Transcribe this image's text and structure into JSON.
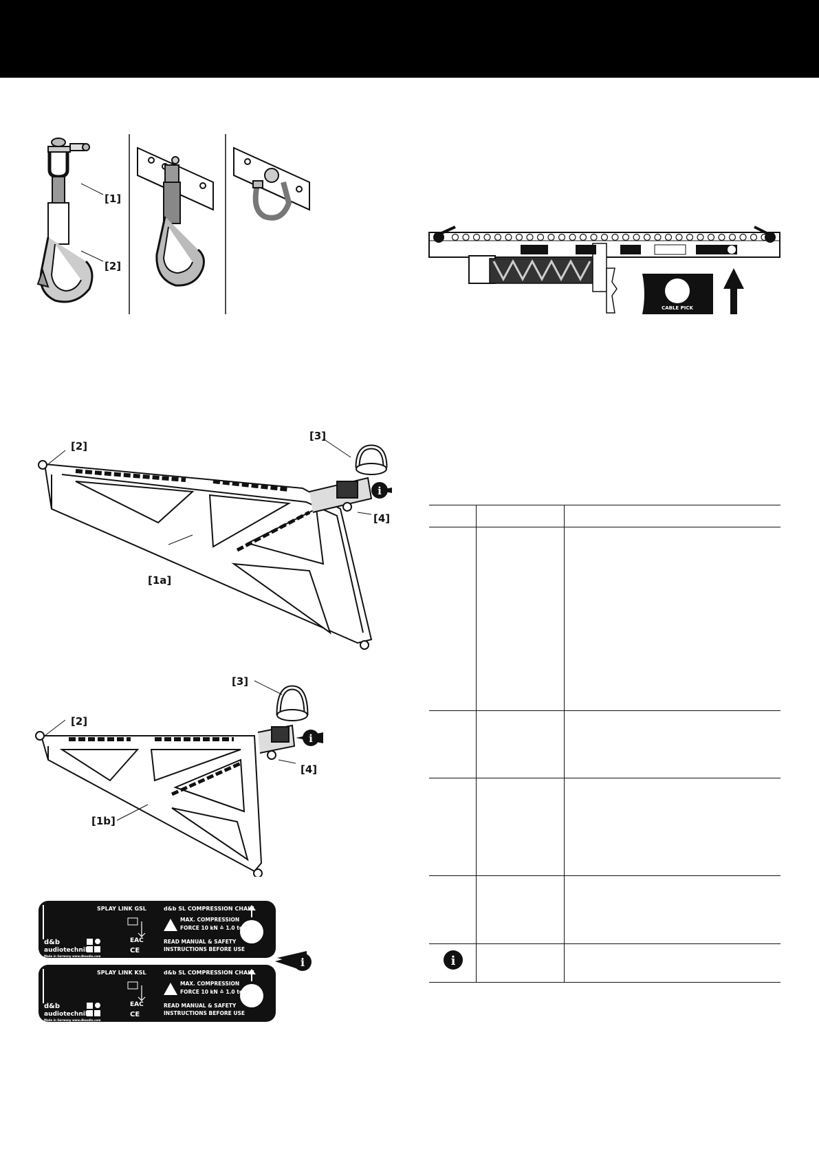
{
  "figure1": {
    "callouts": [
      "[1]",
      "[2]"
    ]
  },
  "figure_rail": {
    "cable_pick_label": "CABLE PICK"
  },
  "figure_frame_a": {
    "callouts": [
      "[2]",
      "[3]",
      "[1a]",
      "[4]"
    ]
  },
  "figure_frame_b": {
    "callouts": [
      "[2]",
      "[3]",
      "[1b]",
      "[4]"
    ]
  },
  "labels": [
    {
      "product": "SPLAY LINK GSL",
      "chain": "d&b SL COMPRESSION CHAIN",
      "warning_line1": "MAX. COMPRESSION",
      "warning_line2": "FORCE 10 kN ≙ 1.0 to",
      "read_line1": "READ MANUAL & SAFETY",
      "read_line2": "INSTRUCTIONS BEFORE USE",
      "brand_line1": "d&b",
      "brand_line2": "audiotechnik",
      "made_in": "Made in Germany  www.dbaudio.com",
      "eac": "EAC",
      "ce": "CE"
    },
    {
      "product": "SPLAY LINK KSL",
      "chain": "d&b SL COMPRESSION CHAIN",
      "warning_line1": "MAX. COMPRESSION",
      "warning_line2": "FORCE 10 kN ≙ 1.0 to",
      "read_line1": "READ MANUAL & SAFETY",
      "read_line2": "INSTRUCTIONS BEFORE USE",
      "brand_line1": "d&b",
      "brand_line2": "audiotechnik",
      "made_in": "Made in Germany  www.dbaudio.com",
      "eac": "EAC",
      "ce": "CE"
    }
  ]
}
